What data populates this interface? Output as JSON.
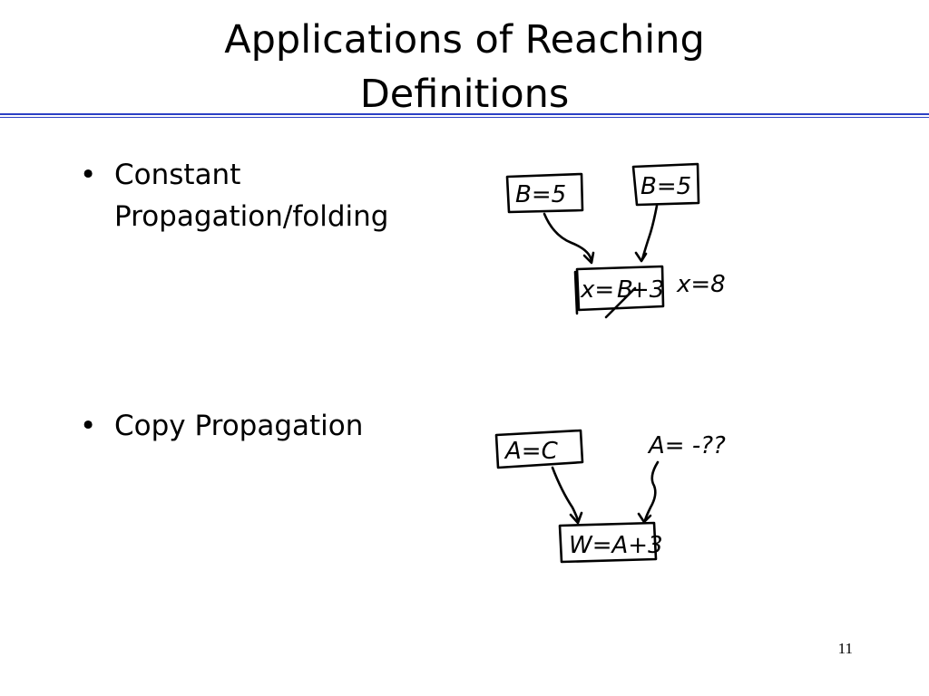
{
  "slide": {
    "title_line1": "Applications of Reaching",
    "title_line2": "Definitions",
    "bullet_glyph": "•",
    "bullets": [
      {
        "line1": "Constant",
        "line2": "Propagation/folding"
      },
      {
        "line1": "Copy Propagation"
      }
    ],
    "slide_number": "11",
    "accent_color": "#2b3fc4"
  },
  "diagram1": {
    "box_left": "B=5",
    "box_right": "B=5",
    "box_bottom_left": "x=",
    "box_bottom_struck": "B",
    "box_bottom_right": "+3",
    "result": "x=8"
  },
  "diagram2": {
    "box_top": "A=C",
    "unknown_def": "A= -??",
    "box_bottom": "W=A+3"
  }
}
